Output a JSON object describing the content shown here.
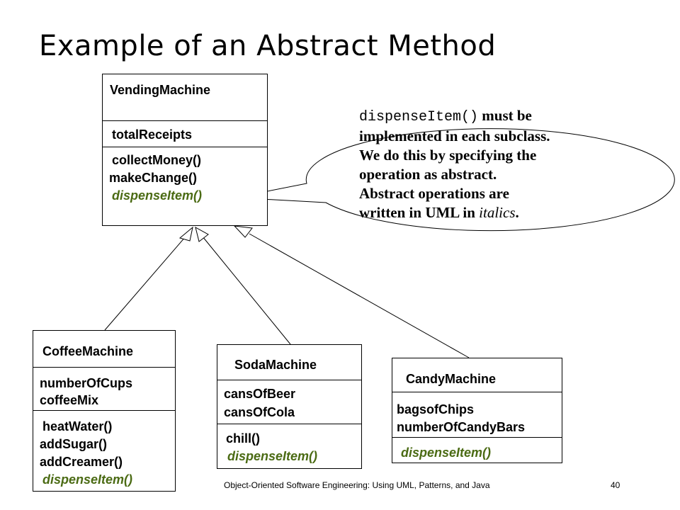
{
  "title": "Example of an Abstract Method",
  "classes": {
    "vending": {
      "name": "VendingMachine",
      "attributes": [
        "totalReceipts"
      ],
      "operations": [
        "collectMoney()",
        "makeChange()"
      ],
      "abstract_op": "dispenseItem()"
    },
    "coffee": {
      "name": "CoffeeMachine",
      "attributes": [
        "numberOfCups",
        "coffeeMix"
      ],
      "operations": [
        "heatWater()",
        "addSugar()",
        "addCreamer()"
      ],
      "abstract_op": "dispenseItem()"
    },
    "soda": {
      "name": "SodaMachine",
      "attributes": [
        "cansOfBeer",
        "cansOfCola"
      ],
      "operations": [
        "chill()"
      ],
      "abstract_op": "dispenseItem()"
    },
    "candy": {
      "name": "CandyMachine",
      "attributes": [
        "bagsofChips",
        "numberOfCandyBars"
      ],
      "abstract_op": "dispenseItem()"
    }
  },
  "note": {
    "code": "dispenseItem()",
    "line1_rest": " must be",
    "line2": "implemented in each subclass.",
    "line3": "We do this by specifying the",
    "line4": "operation as abstract.",
    "line5": "Abstract operations are",
    "line6_start": "written in UML in ",
    "line6_italic": "italics",
    "line6_end": "."
  },
  "footer": "Object-Oriented Software Engineering: Using UML, Patterns, and Java",
  "page_number": "40",
  "colors": {
    "abstract": "#4b6b14",
    "line": "#000000"
  }
}
